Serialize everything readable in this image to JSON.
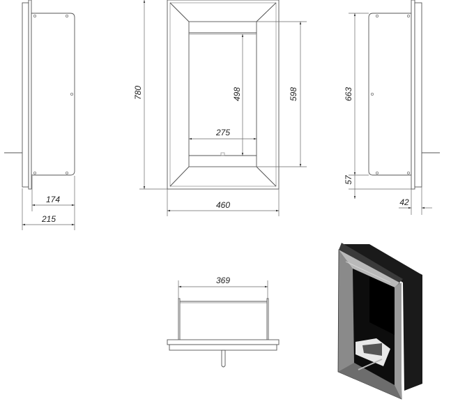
{
  "drawing": {
    "side_view_left": {
      "depth_body": "174",
      "depth_total": "215"
    },
    "front_view": {
      "height_total": "780",
      "width_total": "460",
      "opening_width": "275",
      "opening_inner_height": "498",
      "opening_height": "598"
    },
    "side_view_right": {
      "body_height": "663",
      "bottom_offset": "57",
      "frame_depth": "42"
    },
    "bottom_view": {
      "width": "369"
    },
    "render_colors": {
      "frame": "#8a8a8a",
      "box": "#1a1a1a",
      "burner": "#e8e8e8"
    }
  }
}
